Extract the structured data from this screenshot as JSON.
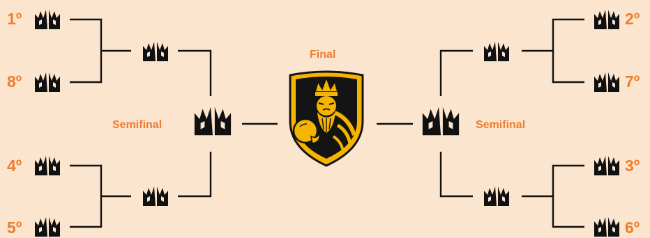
{
  "bracket": {
    "left": {
      "seeds": [
        "1º",
        "8º",
        "4º",
        "5º"
      ],
      "semifinal_label": "Semifinal"
    },
    "right": {
      "seeds": [
        "2º",
        "7º",
        "3º",
        "6º"
      ],
      "semifinal_label": "Semifinal"
    },
    "final_label": "Final"
  },
  "colors": {
    "background": "#fbe5cf",
    "accent": "#ee7d2e",
    "line": "#111111",
    "crown": "#111111",
    "shield_gold": "#f5b400",
    "shield_dark": "#141414"
  },
  "icons": {
    "team_placeholder": "crown-icon",
    "champion": "king-shield-logo"
  }
}
